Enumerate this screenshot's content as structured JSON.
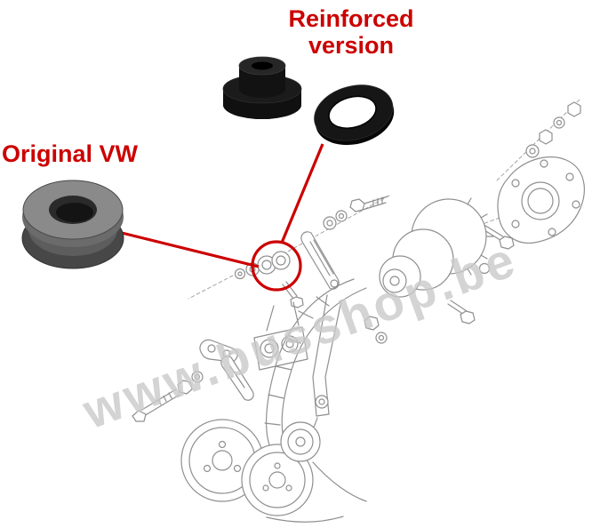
{
  "labels": {
    "reinforced_line1": "Reinforced",
    "reinforced_line2": "version",
    "original": "Original VW"
  },
  "watermark": {
    "text": "www.busshop.be"
  },
  "colors": {
    "annotation_red": "#cc0000",
    "diagram_line_gray": "#8f8f8f",
    "original_part_gray": "#6b6b6b",
    "reinforced_part_black": "#101010",
    "background": "#ffffff"
  }
}
